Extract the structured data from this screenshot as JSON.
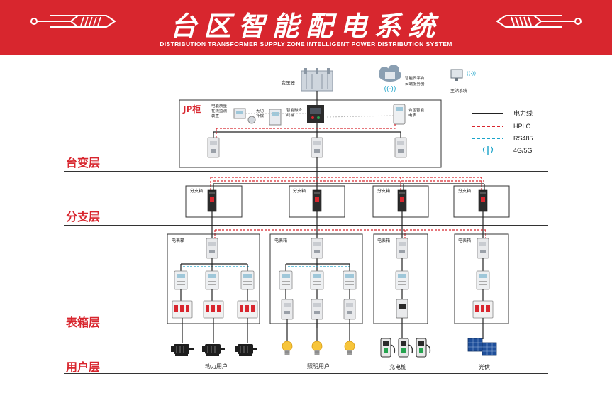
{
  "header": {
    "title": "台区智能配电系统",
    "subtitle": "DISTRIBUTION TRANSFORMER SUPPLY ZONE INTELLIGENT POWER DISTRIBUTION SYSTEM"
  },
  "layers": [
    {
      "label": "台变层"
    },
    {
      "label": "分支层"
    },
    {
      "label": "表箱层"
    },
    {
      "label": "用户层"
    }
  ],
  "top": {
    "transformer_label": "变压器",
    "cloud_label": "智能云平台\n云端服务器",
    "monitor_label": "主站系统"
  },
  "jp": {
    "title": "JP柜",
    "left_device_label": "电能质量\n在线监测\n装置",
    "middle_device_label": "无功\n补偿",
    "fusion_label": "智能融合\n终端",
    "right_device_label": "台区智能\n电表"
  },
  "branch_boxes": [
    "分支箱",
    "分支箱",
    "分支箱",
    "分支箱"
  ],
  "meter_boxes": [
    "电表箱",
    "电表箱",
    "电表箱",
    "电表箱"
  ],
  "users": {
    "power": "动力用户",
    "light": "照明用户",
    "charge": "充电桩",
    "pv": "光伏"
  },
  "legend": [
    {
      "label": "电力线",
      "color": "#222222",
      "style": "solid"
    },
    {
      "label": "HPLC",
      "color": "#d8262e",
      "style": "dashed"
    },
    {
      "label": "RS485",
      "color": "#1aa3c9",
      "style": "dashed"
    },
    {
      "label": "4G/5G",
      "color": "#1aa3c9",
      "style": "wireless"
    }
  ],
  "colors": {
    "brand": "#d8262e",
    "rs485": "#1aa3c9",
    "line": "#222222"
  }
}
